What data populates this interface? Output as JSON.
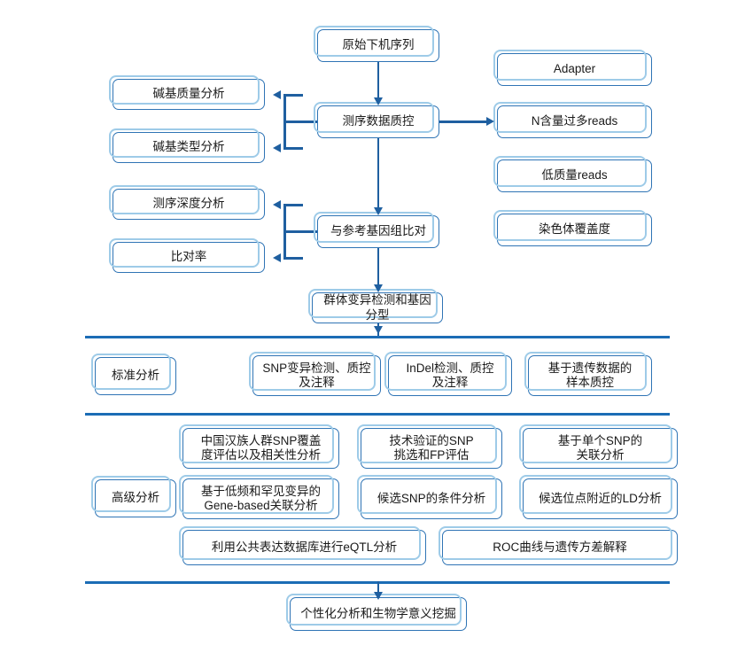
{
  "diagram": {
    "title_present": false,
    "colors": {
      "box_border": "#2f74b5",
      "box_backplate": "#9ecbe8",
      "connector": "#1f5fa0",
      "divider": "#1b6cb5",
      "box_fill": "#ffffff",
      "text": "#1a1a1a"
    },
    "sections": [
      {
        "id": "pipeline",
        "tag_label": ""
      },
      {
        "id": "standard",
        "tag_label": "标准分析"
      },
      {
        "id": "advanced",
        "tag_label": "高级分析"
      },
      {
        "id": "custom",
        "tag_label": ""
      }
    ],
    "nodes": {
      "raw_reads": "原始下机序列",
      "qc": "测序数据质控",
      "base_quality": "碱基质量分析",
      "base_type": "碱基类型分析",
      "adapter": "Adapter",
      "n_reads": "N含量过多reads",
      "low_quality_reads": "低质量reads",
      "align_ref": "与参考基因组比对",
      "depth": "测序深度分析",
      "align_rate": "比对率",
      "chrom_coverage": "染色体覆盖度",
      "variant_calling": "群体变异检测和基因分型",
      "std_tag": "标准分析",
      "snp_qc": "SNP变异检测、质控\n及注释",
      "indel_qc": "InDel检测、质控\n及注释",
      "sample_qc": "基于遗传数据的\n样本质控",
      "adv_tag": "高级分析",
      "han_snp_cov": "中国汉族人群SNP覆盖\n度评估以及相关性分析",
      "tech_validate": "技术验证的SNP\n挑选和FP评估",
      "single_snp_assoc": "基于单个SNP的\n关联分析",
      "gene_based": "基于低频和罕见变异的\nGene-based关联分析",
      "snp_conditional": "候选SNP的条件分析",
      "ld_analysis": "候选位点附近的LD分析",
      "eqtl": "利用公共表达数据库进行eQTL分析",
      "roc": "ROC曲线与遗传方差解释",
      "personalized": "个性化分析和生物学意义挖掘"
    }
  }
}
